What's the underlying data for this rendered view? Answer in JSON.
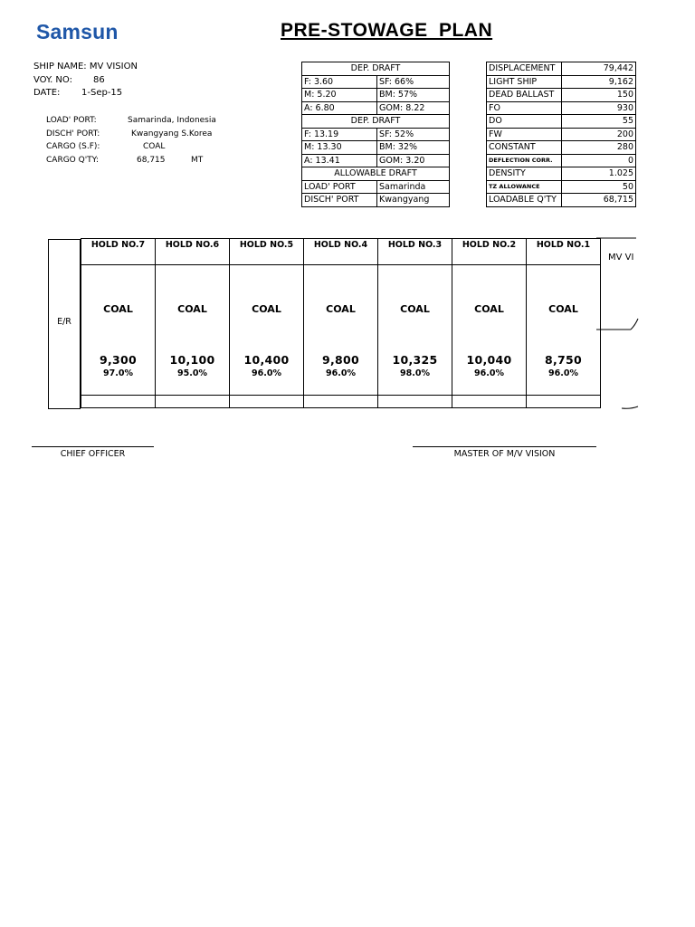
{
  "header": {
    "logo_text": "Samsun",
    "title": "PRE-STOWAGE  PLAN"
  },
  "ship_info": {
    "ship_name_label": "SHIP NAME:",
    "ship_name": "MV VISION",
    "voy_label": "VOY. NO:",
    "voy": "86",
    "date_label": "DATE:",
    "date": "1-Sep-15"
  },
  "port_info": {
    "load_port_label": "LOAD' PORT:",
    "load_port": "Samarinda, Indonesia",
    "disch_port_label": "DISCH' PORT:",
    "disch_port": "Kwangyang S.Korea",
    "cargo_sf_label": "CARGO (S.F):",
    "cargo_sf": "COAL",
    "cargo_qty_label": "CARGO Q'TY:",
    "cargo_qty": "68,715",
    "cargo_qty_unit": "MT"
  },
  "draft_table": {
    "dep_header_1": "DEP. DRAFT",
    "rows_1": [
      [
        "F: 3.60",
        "SF: 66%"
      ],
      [
        "M: 5.20",
        "BM: 57%"
      ],
      [
        "A: 6.80",
        "GOM: 8.22"
      ]
    ],
    "dep_header_2": "DEP. DRAFT",
    "rows_2": [
      [
        "F: 13.19",
        "SF: 52%"
      ],
      [
        "M: 13.30",
        "BM: 32%"
      ],
      [
        "A: 13.41",
        "GOM: 3.20"
      ]
    ],
    "allowable_header": "ALLOWABLE DRAFT",
    "allow_rows": [
      [
        "LOAD' PORT",
        "Samarinda"
      ],
      [
        "DISCH' PORT",
        "Kwangyang"
      ]
    ]
  },
  "displacement_table": [
    {
      "label": "DISPLACEMENT",
      "value": "79,442"
    },
    {
      "label": "LIGHT SHIP",
      "value": "9,162"
    },
    {
      "label": "DEAD BALLAST",
      "value": "150"
    },
    {
      "label": "FO",
      "value": "930"
    },
    {
      "label": "DO",
      "value": "55"
    },
    {
      "label": "FW",
      "value": "200"
    },
    {
      "label": "CONSTANT",
      "value": "280"
    },
    {
      "label": "DEFLECTION CORR.",
      "value": "0"
    },
    {
      "label": "DENSITY",
      "value": "1.025"
    },
    {
      "label": "TZ ALLOWANCE",
      "value": "50"
    },
    {
      "label": "LOADABLE Q'TY",
      "value": "68,715"
    }
  ],
  "stowage": {
    "er_label": "E/R",
    "bow_label": "MV VI",
    "holds": [
      {
        "name": "HOLD NO.7",
        "cargo": "COAL",
        "qty": "9,300",
        "pct": "97.0%"
      },
      {
        "name": "HOLD NO.6",
        "cargo": "COAL",
        "qty": "10,100",
        "pct": "95.0%"
      },
      {
        "name": "HOLD NO.5",
        "cargo": "COAL",
        "qty": "10,400",
        "pct": "96.0%"
      },
      {
        "name": "HOLD NO.4",
        "cargo": "COAL",
        "qty": "9,800",
        "pct": "96.0%"
      },
      {
        "name": "HOLD NO.3",
        "cargo": "COAL",
        "qty": "10,325",
        "pct": "98.0%"
      },
      {
        "name": "HOLD NO.2",
        "cargo": "COAL",
        "qty": "10,040",
        "pct": "96.0%"
      },
      {
        "name": "HOLD NO.1",
        "cargo": "COAL",
        "qty": "8,750",
        "pct": "96.0%"
      }
    ]
  },
  "signatures": {
    "chief_officer": "CHIEF OFFICER",
    "master": "MASTER OF M/V VISION"
  },
  "colors": {
    "logo": "#1f57a8"
  }
}
